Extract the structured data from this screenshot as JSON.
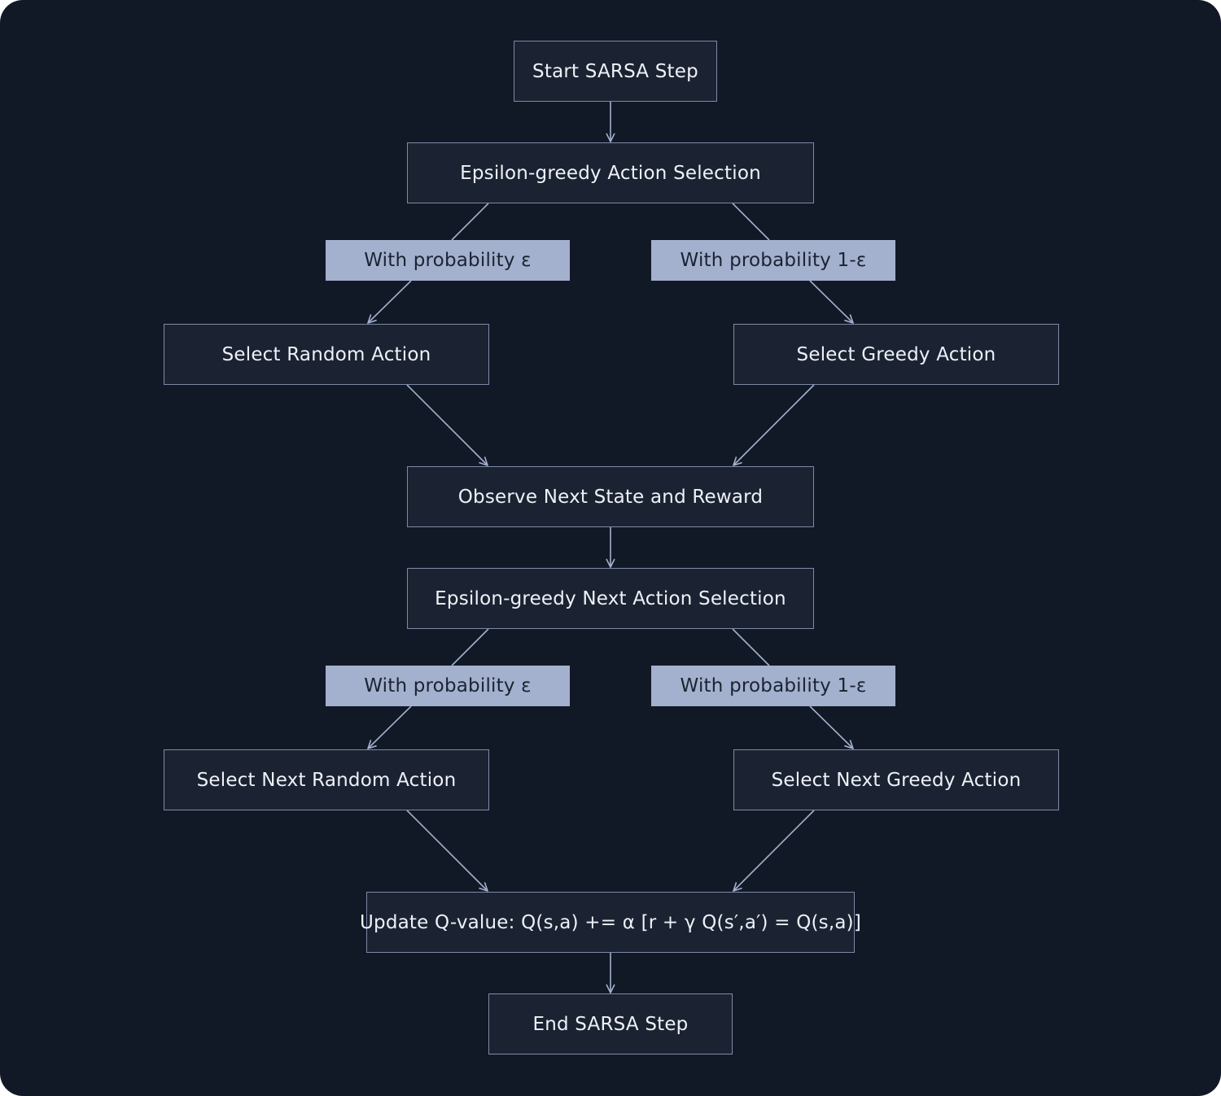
{
  "colors": {
    "background": "#121926",
    "node_fill": "#1b2332",
    "node_border": "#7d8aa6",
    "node_text": "#eef1f7",
    "label_fill": "#a3b1ce",
    "label_text": "#1b2332",
    "edge": "#a3b1ce"
  },
  "nodes": {
    "start": "Start SARSA Step",
    "action_selection": "Epsilon-greedy Action Selection",
    "random_action": "Select Random Action",
    "greedy_action": "Select Greedy Action",
    "observe": "Observe Next State and Reward",
    "next_action_selection": "Epsilon-greedy Next Action Selection",
    "next_random_action": "Select Next Random Action",
    "next_greedy_action": "Select Next Greedy Action",
    "update": "Update Q-value: Q(s,a) += α [r + γ Q(s′,a′) = Q(s,a)]",
    "end": "End SARSA Step"
  },
  "edge_labels": {
    "eps1_random": "With probability ε",
    "eps1_greedy": "With probability 1-ε",
    "eps2_random": "With probability ε",
    "eps2_greedy": "With probability 1-ε"
  }
}
